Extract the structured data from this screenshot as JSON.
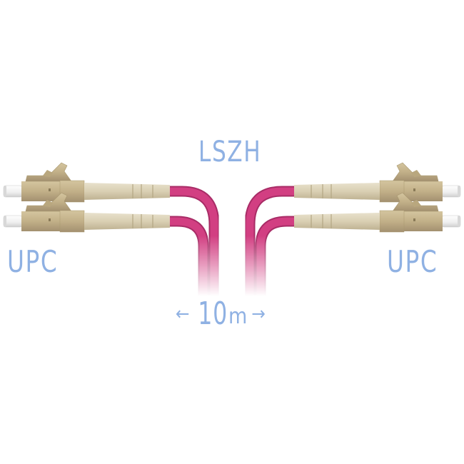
{
  "product": {
    "type": "LC-LC duplex multimode fiber patch cord",
    "jacket_label": "LSZH",
    "left_end_label": "UPC",
    "right_end_label": "UPC",
    "length": {
      "left_arrow": "←",
      "value": "10",
      "unit": "m",
      "right_arrow": "→"
    }
  },
  "colors": {
    "background": "#ffffff",
    "label_text": "#8fb1e3",
    "cable": "#d23f82",
    "cable_shadow": "#a82c66",
    "connector_body": "#c9b896",
    "connector_boot": "#dcd3bb",
    "ferrule": "#f2f2f2"
  },
  "connectors": [
    {
      "side": "left",
      "position": "top"
    },
    {
      "side": "left",
      "position": "bottom"
    },
    {
      "side": "right",
      "position": "top"
    },
    {
      "side": "right",
      "position": "bottom"
    }
  ]
}
